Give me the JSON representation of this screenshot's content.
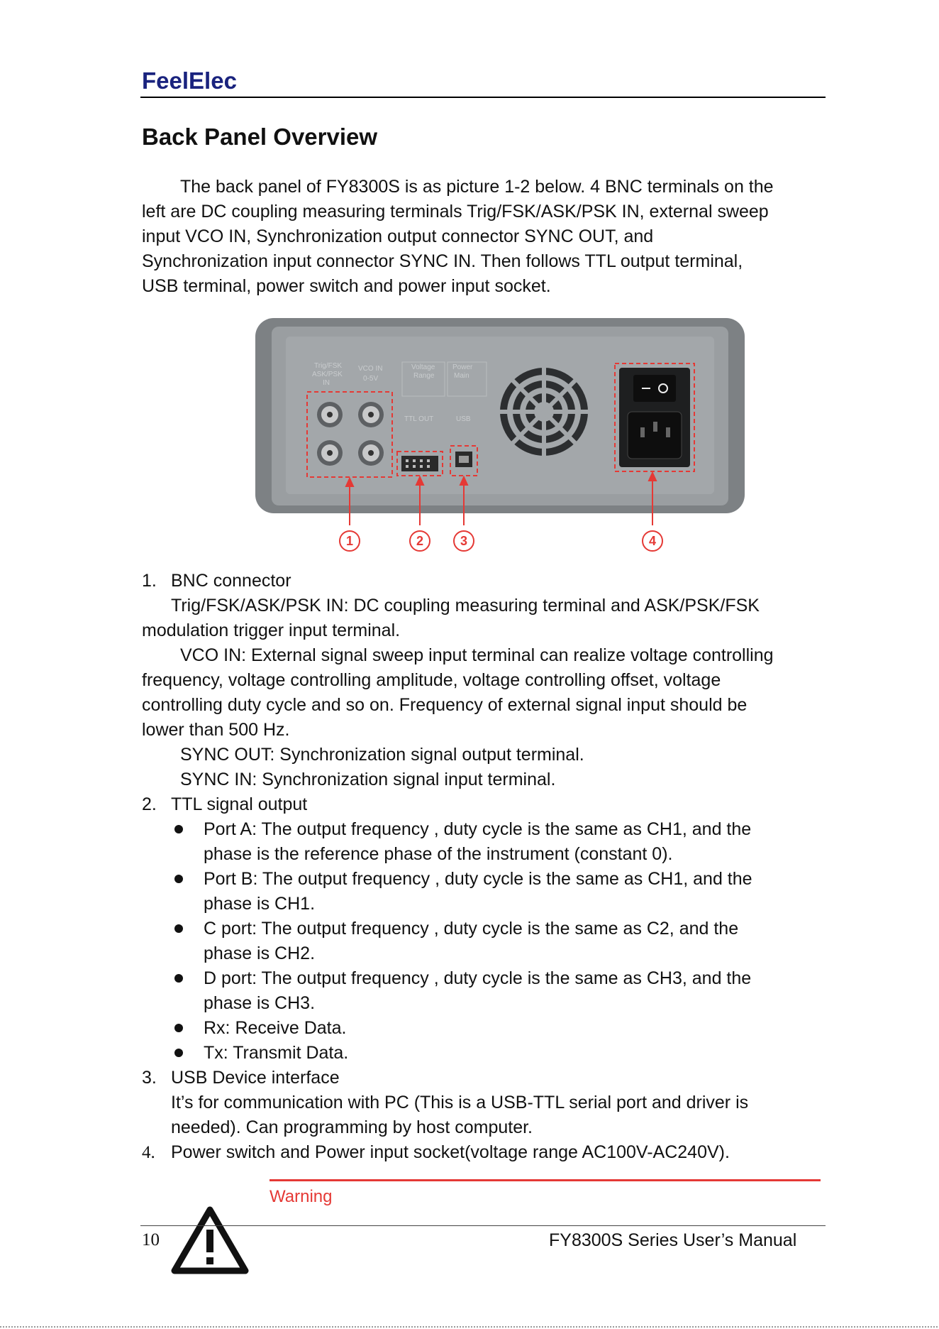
{
  "header": {
    "brand": "FeelElec"
  },
  "section": {
    "title": "Back Panel Overview"
  },
  "intro": [
    "The back panel of FY8300S is as picture 1-2 below. 4 BNC terminals on the",
    "left are DC coupling measuring terminals Trig/FSK/ASK/PSK IN, external sweep",
    "input VCO IN, Synchronization output connector SYNC OUT, and",
    "Synchronization input connector SYNC IN. Then follows TTL output terminal,",
    "USB terminal, power switch and power input socket."
  ],
  "figure": {
    "panel_labels": [
      "Trig/FSK/ASK/PSK IN",
      "VCO IN 0-5V",
      "Voltage Range",
      "Power Main",
      "TTL OUT",
      "USB"
    ],
    "callouts": [
      "1",
      "2",
      "3",
      "4"
    ],
    "colors": {
      "panel": "#8f9396",
      "callout": "#e53935"
    }
  },
  "items": {
    "item1": {
      "num": "1.",
      "title": "BNC connector",
      "lines": [
        "Trig/FSK/ASK/PSK IN: DC coupling measuring terminal and ASK/PSK/FSK",
        "modulation trigger input terminal.",
        "VCO IN: External signal sweep input terminal can realize voltage controlling",
        "frequency, voltage controlling amplitude, voltage controlling offset, voltage",
        "controlling duty cycle and so on. Frequency of external signal input should be",
        "lower than 500 Hz.",
        "SYNC OUT: Synchronization signal output terminal.",
        "SYNC IN: Synchronization signal input terminal."
      ]
    },
    "item2": {
      "num": "2.",
      "title": "TTL signal output",
      "bullets": [
        [
          "Port A: The output frequency , duty cycle is the same as CH1, and the",
          "phase is the reference phase of the instrument (constant 0)."
        ],
        [
          "Port B: The output frequency , duty cycle is the same as CH1, and the",
          "phase is CH1."
        ],
        [
          "C port: The output frequency , duty cycle is the same as C2, and the",
          "phase is CH2."
        ],
        [
          "D port: The output frequency , duty cycle is the same as CH3, and the",
          "phase is CH3."
        ],
        [
          "Rx: Receive Data."
        ],
        [
          "Tx: Transmit Data."
        ]
      ]
    },
    "item3": {
      "num": "3.",
      "title": "USB Device interface",
      "lines": [
        "It’s for communication with PC (This is a USB-TTL serial port and driver is",
        "needed). Can programming by host computer."
      ]
    },
    "item4": {
      "num": "4.",
      "title": "Power switch and Power input socket(voltage range AC100V-AC240V)."
    }
  },
  "warning": {
    "label": "Warning",
    "color": "#e53935"
  },
  "footer": {
    "page_number": "10",
    "manual_title": "FY8300S Series User’s Manual"
  }
}
